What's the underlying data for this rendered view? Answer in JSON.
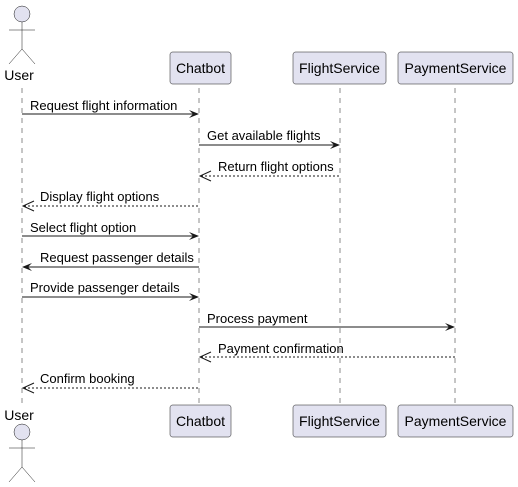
{
  "participants": [
    {
      "id": "user",
      "label": "User",
      "kind": "actor"
    },
    {
      "id": "chatbot",
      "label": "Chatbot",
      "kind": "participant"
    },
    {
      "id": "flight",
      "label": "FlightService",
      "kind": "participant"
    },
    {
      "id": "payment",
      "label": "PaymentService",
      "kind": "participant"
    }
  ],
  "messages": [
    {
      "from": "user",
      "to": "chatbot",
      "label": "Request flight information",
      "style": "solid"
    },
    {
      "from": "chatbot",
      "to": "flight",
      "label": "Get available flights",
      "style": "solid"
    },
    {
      "from": "flight",
      "to": "chatbot",
      "label": "Return flight options",
      "style": "dashed"
    },
    {
      "from": "chatbot",
      "to": "user",
      "label": "Display flight options",
      "style": "dashed"
    },
    {
      "from": "user",
      "to": "chatbot",
      "label": "Select flight option",
      "style": "solid"
    },
    {
      "from": "chatbot",
      "to": "user",
      "label": "Request passenger details",
      "style": "solid"
    },
    {
      "from": "user",
      "to": "chatbot",
      "label": "Provide passenger details",
      "style": "solid"
    },
    {
      "from": "chatbot",
      "to": "payment",
      "label": "Process payment",
      "style": "solid"
    },
    {
      "from": "payment",
      "to": "chatbot",
      "label": "Payment confirmation",
      "style": "dashed"
    },
    {
      "from": "chatbot",
      "to": "user",
      "label": "Confirm booking",
      "style": "dashed"
    }
  ],
  "colors": {
    "box_fill": "#E2E2F0",
    "stroke": "#181818"
  }
}
